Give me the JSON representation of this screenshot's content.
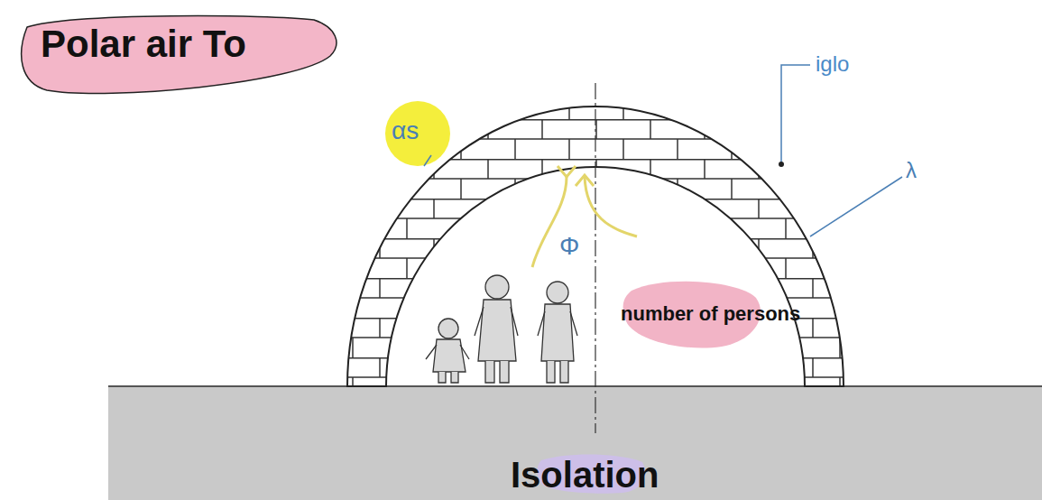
{
  "diagram": {
    "labels": [
      "Polar air To",
      "αs",
      "iglo",
      "λ",
      "Φ",
      "number of persons",
      "Isolation"
    ]
  }
}
